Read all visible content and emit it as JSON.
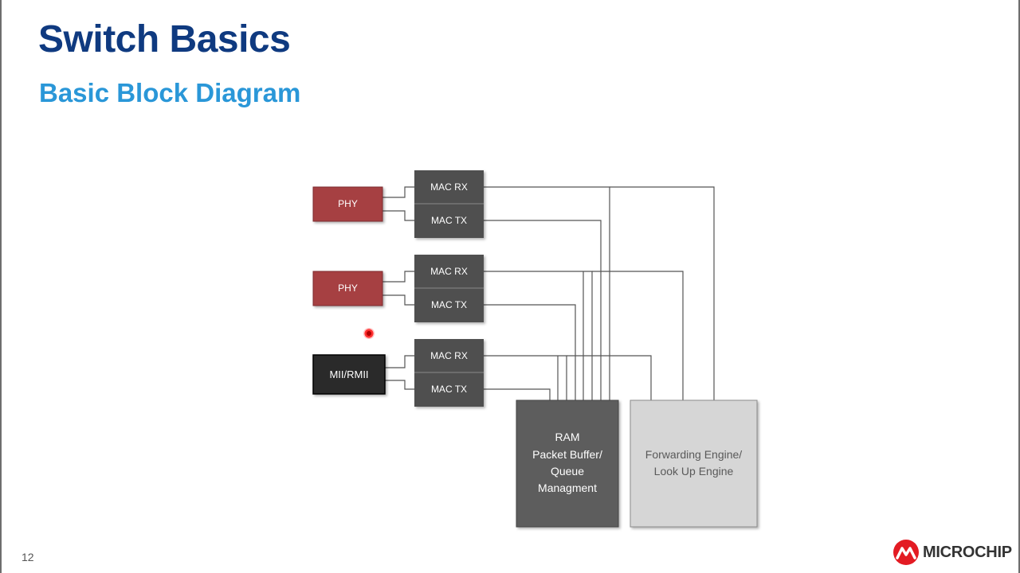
{
  "slide": {
    "title": "Switch Basics",
    "subtitle": "Basic Block Diagram",
    "page_number": "12"
  },
  "logo": {
    "text": "MICROCHIP",
    "icon": "microchip-logo-icon"
  },
  "diagram": {
    "phy1": "PHY",
    "phy2": "PHY",
    "mii": "MII/RMII",
    "mac_rx_1": "MAC RX",
    "mac_tx_1": "MAC TX",
    "mac_rx_2": "MAC RX",
    "mac_tx_2": "MAC TX",
    "mac_rx_3": "MAC RX",
    "mac_tx_3": "MAC TX",
    "ram": [
      "RAM",
      "Packet Buffer/",
      "Queue",
      "Managment"
    ],
    "forwarding": [
      "Forwarding Engine/",
      "Look Up Engine"
    ]
  },
  "colors": {
    "title": "#0f3a80",
    "subtitle": "#2a97d8",
    "phy_fill": "#a63f43",
    "mac_fill": "#4f4f4f",
    "mii_fill": "#2b2b2b",
    "ram_fill": "#5d5d5d",
    "forwarding_fill": "#d6d6d6",
    "logo_red": "#e31b23"
  }
}
